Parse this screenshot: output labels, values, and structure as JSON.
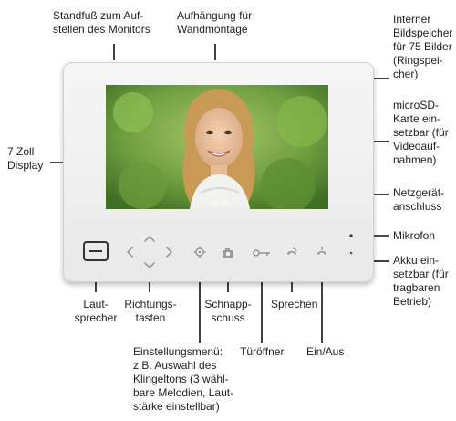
{
  "labels": {
    "standfuss": "Standfuß zum Auf-\nstellen des Monitors",
    "aufhaengung": "Aufhängung für\nWandmontage",
    "bildspeicher": "Interner\nBildspeicher\nfür 75 Bilder\n(Ringspei-\ncher)",
    "microsd": "microSD-\nKarte ein-\nsetzbar (für\nVideoauf-\nnahmen)",
    "netzgeraet": "Netzgerät-\nanschluss",
    "mikrofon": "Mikrofon",
    "akku": "Akku ein-\nsetzbar (für\ntragbaren\nBetrieb)",
    "display": "7 Zoll\nDisplay",
    "lautsprecher": "Laut-\nsprecher",
    "richtungstasten": "Richtungs-\ntasten",
    "einstellungsmenue": "Einstellungsmenü:\nz.B. Auswahl des\nKlingeltons (3 wähl-\nbare Melodien, Laut-\nstärke einstellbar)",
    "schnappschuss": "Schnapp-\nschuss",
    "tueroeffner": "Türöffner",
    "sprechen": "Sprechen",
    "einaus": "Ein/Aus"
  },
  "screen_timestamp": "14:20",
  "colors": {
    "monitor_frame": "#efefef",
    "leader_lines": "#111111",
    "icon_gray": "#9a9a9a"
  }
}
